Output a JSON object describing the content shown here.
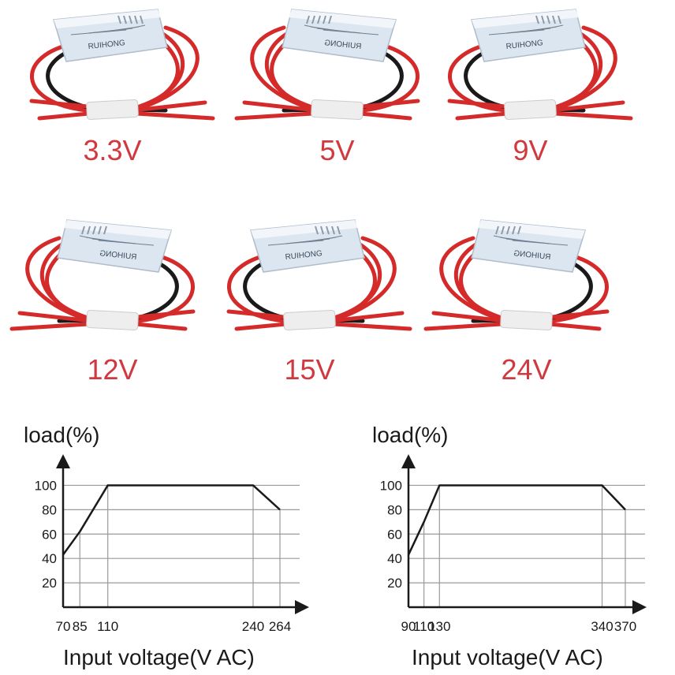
{
  "products": [
    {
      "voltage": "3.3V",
      "brand": "RUIHONG"
    },
    {
      "voltage": "5V",
      "brand": "RUIHONG"
    },
    {
      "voltage": "9V",
      "brand": "RUIHONG"
    },
    {
      "voltage": "12V",
      "brand": "RUIHONG"
    },
    {
      "voltage": "15V",
      "brand": "RUIHONG"
    },
    {
      "voltage": "24V",
      "brand": "RUIHONG"
    }
  ],
  "colors": {
    "label": "#d0393f",
    "wire_red": "#d42a2a",
    "wire_black": "#1a1a1a",
    "housing": "#dbe6f0",
    "grid": "#9a9a9a"
  },
  "chart_data": [
    {
      "type": "line",
      "ylabel": "load(%)",
      "xlabel": "Input voltage(V AC)",
      "x_ticks": [
        "70",
        "85",
        "110",
        "240",
        "264"
      ],
      "y_ticks": [
        "20",
        "40",
        "60",
        "80",
        "100"
      ],
      "ylim": [
        0,
        110
      ],
      "series": [
        {
          "x": [
            70,
            85,
            110,
            240,
            264
          ],
          "y": [
            43,
            62,
            100,
            100,
            80
          ]
        }
      ]
    },
    {
      "type": "line",
      "ylabel": "load(%)",
      "xlabel": "Input voltage(V AC)",
      "x_ticks": [
        "90",
        "110",
        "130",
        "340",
        "370"
      ],
      "y_ticks": [
        "20",
        "40",
        "60",
        "80",
        "100"
      ],
      "ylim": [
        0,
        110
      ],
      "series": [
        {
          "x": [
            90,
            110,
            130,
            340,
            370
          ],
          "y": [
            43,
            70,
            100,
            100,
            80
          ]
        }
      ]
    }
  ]
}
